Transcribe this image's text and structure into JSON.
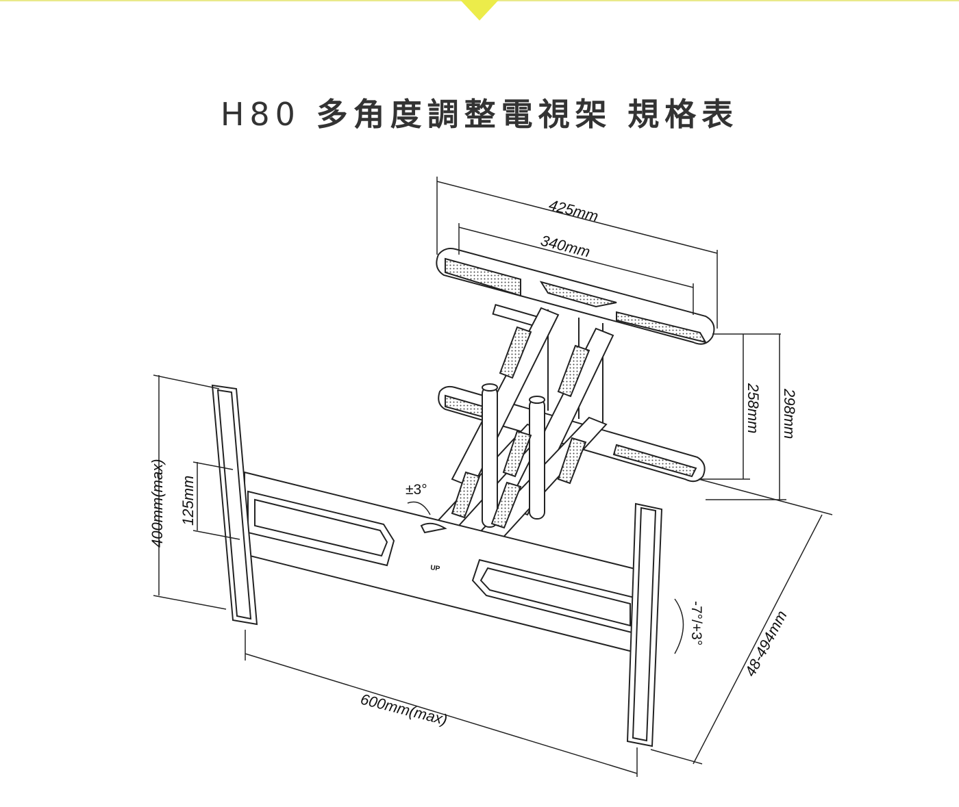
{
  "header": {
    "model": "H80",
    "name": "多角度調整電視架",
    "subtitle": "規格表",
    "accent_color": "#ecec4a"
  },
  "dimensions": {
    "width_outer": "425mm",
    "width_inner": "340mm",
    "depth_min": "258mm",
    "depth_max": "298mm",
    "vertical_max": "400mm(max)",
    "vertical_rail": "125mm",
    "horizontal_max": "600mm(max)",
    "extension": "48-494mm",
    "swivel": "±3°",
    "tilt": "-7°/+3°",
    "up_label": "UP"
  }
}
